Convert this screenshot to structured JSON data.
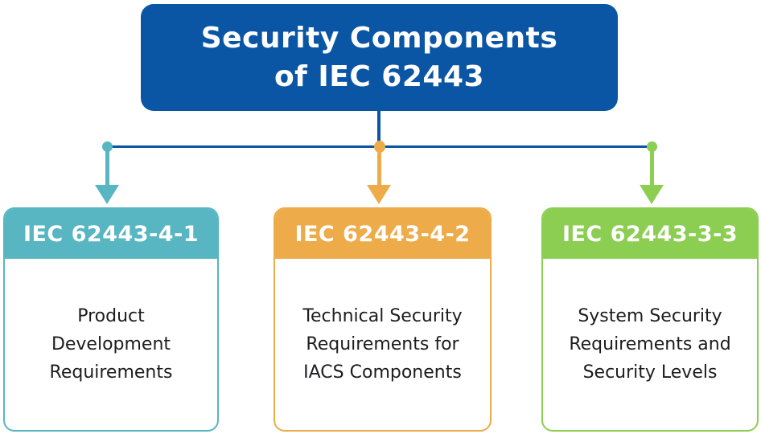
{
  "title": {
    "line1": "Security Components",
    "line2": "of IEC 62443"
  },
  "colors": {
    "blue": "#0b55a5",
    "teal": "#57b6c2",
    "orange": "#edab49",
    "green": "#8bce52",
    "body_text": "#1d1d1f"
  },
  "cards": [
    {
      "header": "IEC 62443-4-1",
      "accent": "#57b6c2",
      "lines": [
        "Product",
        "Development",
        "Requirements"
      ]
    },
    {
      "header": "IEC 62443-4-2",
      "accent": "#edab49",
      "lines": [
        "Technical Security",
        "Requirements for",
        "IACS Components"
      ]
    },
    {
      "header": "IEC 62443-3-3",
      "accent": "#8bce52",
      "lines": [
        "System Security",
        "Requirements and",
        "Security Levels"
      ]
    }
  ]
}
